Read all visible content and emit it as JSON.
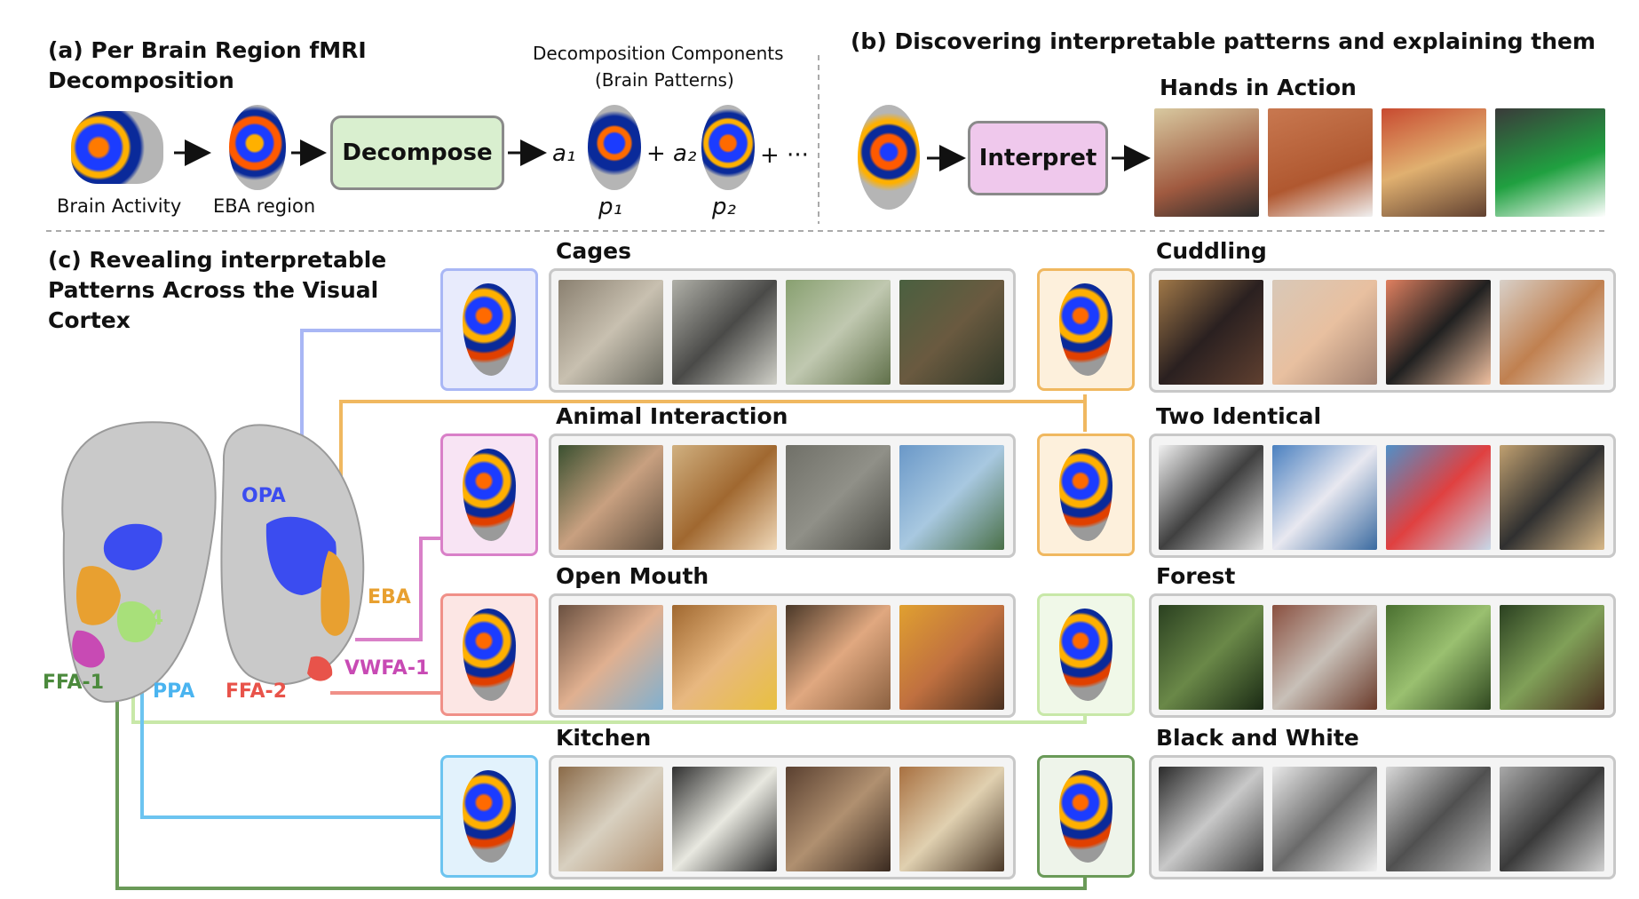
{
  "panel_a": {
    "title_line1": "(a) Per Brain Region fMRI",
    "title_line2": "Decomposition",
    "components_line1": "Decomposition Components",
    "components_line2": "(Brain Patterns)",
    "brain_activity_label": "Brain Activity",
    "eba_region_label": "EBA region",
    "decompose_label": "Decompose",
    "a1": "a₁",
    "a2": "+ a₂",
    "ellipsis": "+ ···",
    "p1": "p₁",
    "p2": "p₂"
  },
  "panel_b": {
    "title": "(b) Discovering interpretable patterns and explaining them",
    "interpret_label": "Interpret",
    "example_category": "Hands in Action"
  },
  "panel_c": {
    "title_line1": "(c) Revealing interpretable",
    "title_line2": "Patterns Across the Visual",
    "title_line3": "Cortex",
    "regions": {
      "opa": "OPA",
      "eba": "EBA",
      "hv4": "hV4",
      "ffa1": "FFA-1",
      "ppa": "PPA",
      "ffa2": "FFA-2",
      "vwfa1": "VWFA-1"
    },
    "left_categories": [
      "Cages",
      "Animal Interaction",
      "Open Mouth",
      "Kitchen"
    ],
    "right_categories": [
      "Cuddling",
      "Two Identical",
      "Forest",
      "Black and White"
    ]
  },
  "colors": {
    "opa": "#3b4cf0",
    "eba": "#e8a030",
    "hv4": "#a8e07a",
    "ffa1": "#4b8a3c",
    "ppa": "#4ab4f0",
    "ffa2": "#e8534a",
    "vwfa1": "#c84ab4",
    "decompose_fill": "#d9efcf",
    "interpret_fill": "#efc8ec"
  }
}
